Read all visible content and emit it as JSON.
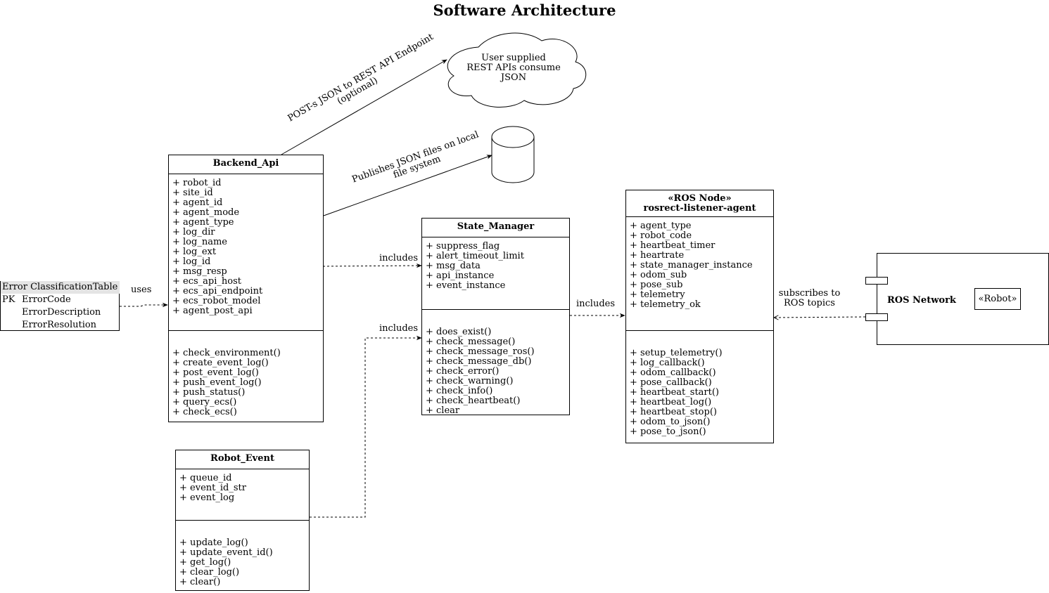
{
  "title": "Software Architecture",
  "backend_api": {
    "name": "Backend_Api",
    "attributes": [
      "+ robot_id",
      "+ site_id",
      "+ agent_id",
      "+ agent_mode",
      "+ agent_type",
      "+ log_dir",
      "+ log_name",
      "+ log_ext",
      "+ log_id",
      "+ msg_resp",
      "+ ecs_api_host",
      "+ ecs_api_endpoint",
      "+ ecs_robot_model",
      "+ agent_post_api"
    ],
    "methods": [
      "+ check_environment()",
      "+ create_event_log()",
      "+ post_event_log()",
      "+ push_event_log()",
      "+ push_status()",
      "+ query_ecs()",
      "+ check_ecs()"
    ]
  },
  "state_manager": {
    "name": "State_Manager",
    "attributes": [
      "+ suppress_flag",
      "+ alert_timeout_limit",
      "+ msg_data",
      "+ api_instance",
      "+ event_instance"
    ],
    "methods": [
      "+ does_exist()",
      "+ check_message()",
      "+ check_message_ros()",
      "+ check_message_db()",
      "+ check_error()",
      "+ check_warning()",
      "+ check_info()",
      "+ check_heartbeat()",
      "+ clear"
    ]
  },
  "robot_event": {
    "name": "Robot_Event",
    "attributes": [
      "+ queue_id",
      "+ event_id_str",
      "+ event_log"
    ],
    "methods": [
      "+ update_log()",
      "+ update_event_id()",
      "+ get_log()",
      "+ clear_log()",
      "+ clear()"
    ]
  },
  "ros_node": {
    "stereotype": "«ROS Node»",
    "name": "rosrect-listener-agent",
    "attributes": [
      "+ agent_type",
      "+ robot_code",
      "+ heartbeat_timer",
      "+ heartrate",
      "+ state_manager_instance",
      "+ odom_sub",
      "+ pose_sub",
      "+ telemetry",
      "+ telemetry_ok"
    ],
    "methods": [
      "+ setup_telemetry()",
      "+ log_callback()",
      "+ odom_callback()",
      "+ pose_callback()",
      "+ heartbeat_start()",
      "+ heartbeat_log()",
      "+ heartbeat_stop()",
      "+ odom_to_json()",
      "+ pose_to_json()"
    ]
  },
  "error_table": {
    "name": "Error ClassificationTable",
    "pk": "PK",
    "fields": [
      "ErrorCode",
      "ErrorDescription",
      "ErrorResolution"
    ]
  },
  "cloud": {
    "lines": [
      "User supplied",
      "REST APIs consume",
      "JSON"
    ]
  },
  "ros_network": {
    "name": "ROS Network",
    "robot": "«Robot»"
  },
  "edges": {
    "post_json": [
      "POST-s JSON to REST API Endpoint",
      "(optional)"
    ],
    "publish_json": [
      "Publishes JSON files on local",
      "file system"
    ],
    "uses": "uses",
    "includes_backend": "includes",
    "includes_event": "includes",
    "includes_state": "includes",
    "subscribes": [
      "subscribes to",
      "ROS topics"
    ]
  }
}
